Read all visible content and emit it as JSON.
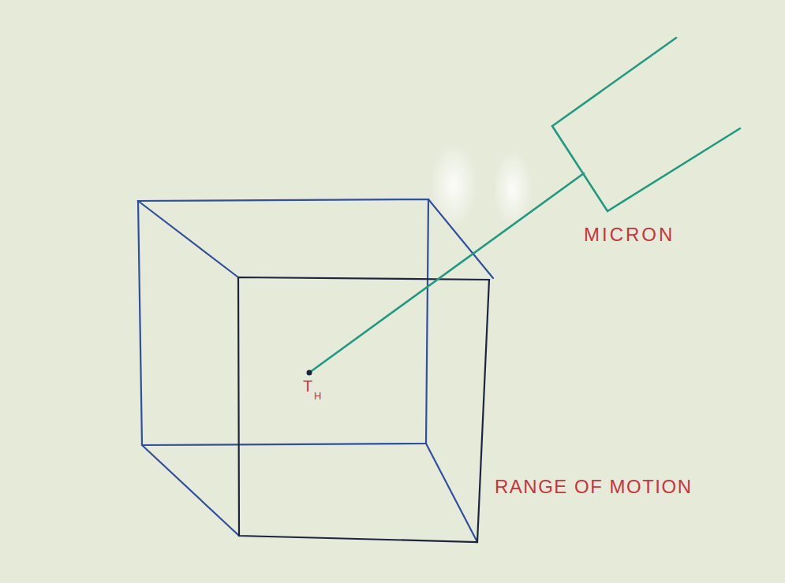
{
  "diagram": {
    "labels": [
      "MICRON",
      "T",
      "H",
      "RANGE OF MOTION"
    ]
  }
}
